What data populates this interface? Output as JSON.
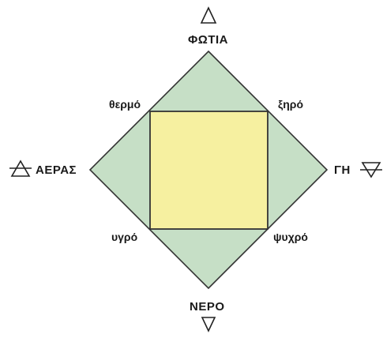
{
  "diagram": {
    "elements": {
      "top": {
        "name": "ΦΩΤΙΑ",
        "symbol": "fire-symbol-icon"
      },
      "bottom": {
        "name": "ΝΕΡΟ",
        "symbol": "water-symbol-icon"
      },
      "left": {
        "name": "ΑΕΡΑΣ",
        "symbol": "air-symbol-icon"
      },
      "right": {
        "name": "ΓΗ",
        "symbol": "earth-symbol-icon"
      }
    },
    "qualities": {
      "top_left": "θερμό",
      "top_right": "ξηρό",
      "bottom_left": "υγρό",
      "bottom_right": "ψυχρό"
    },
    "colors": {
      "diamond_fill": "#c6dfc6",
      "square_fill": "#f6f0a0",
      "outline": "#333333",
      "text": "#1a1a1a"
    }
  }
}
